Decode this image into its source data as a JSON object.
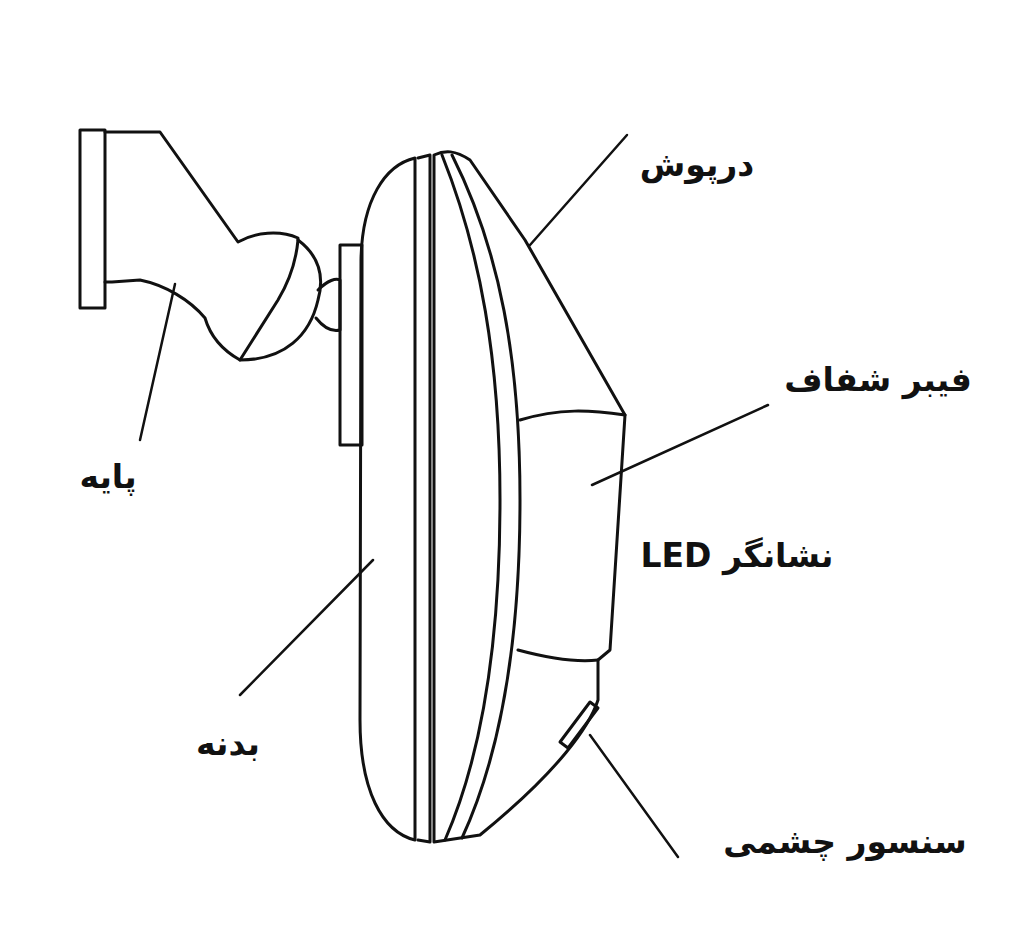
{
  "diagram": {
    "labels": [
      "درپوش",
      "فیبر شفاف",
      "نشانگر LED",
      "پایه",
      "بدنه",
      "سنسور چشمی"
    ]
  }
}
